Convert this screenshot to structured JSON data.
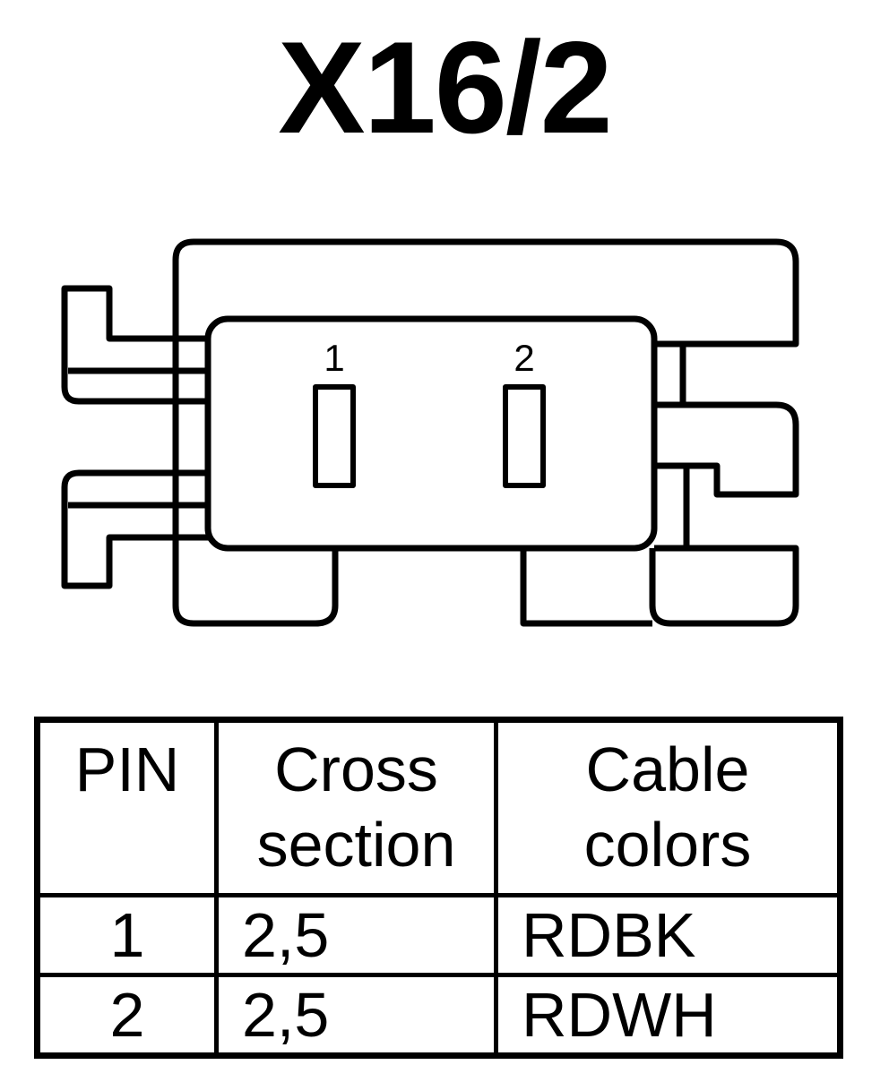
{
  "title": "X16/2",
  "connector": {
    "pins": [
      {
        "label": "1"
      },
      {
        "label": "2"
      }
    ]
  },
  "table": {
    "headers": [
      {
        "line1": "PIN",
        "line2": ""
      },
      {
        "line1": "Cross",
        "line2": "section"
      },
      {
        "line1": "Cable",
        "line2": "colors"
      }
    ],
    "rows": [
      {
        "pin": "1",
        "cross_section": "2,5",
        "cable_color": "RDBK"
      },
      {
        "pin": "2",
        "cross_section": "2,5",
        "cable_color": "RDWH"
      }
    ]
  }
}
